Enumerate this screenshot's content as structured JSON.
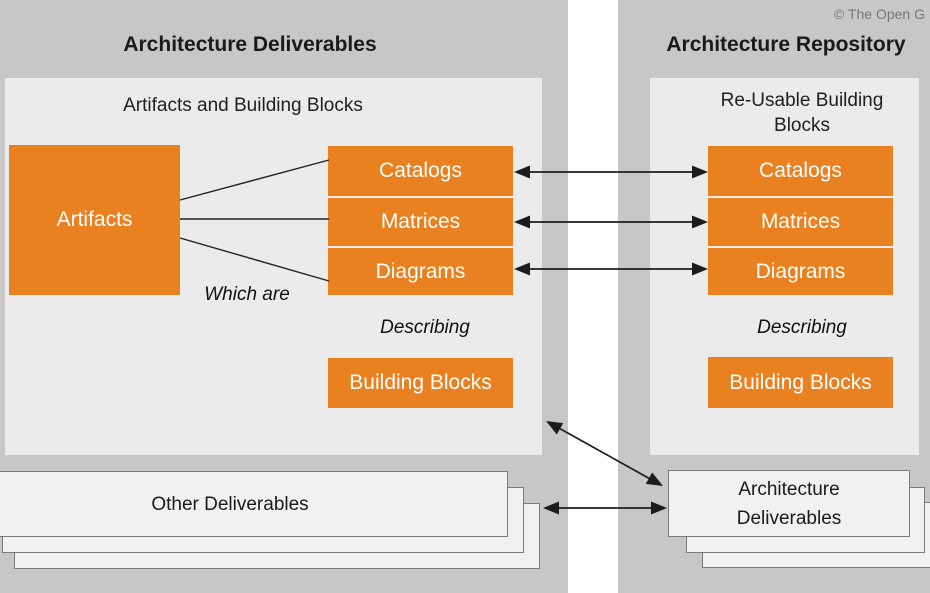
{
  "copyright": "© The Open G",
  "left": {
    "title": "Architecture Deliverables",
    "inner_title": "Artifacts and Building Blocks",
    "artifacts": "Artifacts",
    "items": [
      "Catalogs",
      "Matrices",
      "Diagrams"
    ],
    "which_are": "Which are",
    "describing": "Describing",
    "building_blocks": "Building Blocks",
    "other_deliverables": "Other Deliverables"
  },
  "right": {
    "title": "Architecture Repository",
    "inner_title": "Re-Usable Building Blocks",
    "items": [
      "Catalogs",
      "Matrices",
      "Diagrams"
    ],
    "describing": "Describing",
    "building_blocks": "Building Blocks",
    "deliverables": "Architecture Deliverables"
  },
  "colors": {
    "orange": "#EA8120",
    "outer_panel_gray": "#C7C7C7",
    "inner_panel_gray": "#EBEBEB",
    "paper_box_fill": "#F1F1F1",
    "paper_box_border": "#7A7A7A",
    "arrow_black": "#1C1C1C",
    "copyright_gray": "#767676",
    "label_white": "#FFFFFF"
  }
}
